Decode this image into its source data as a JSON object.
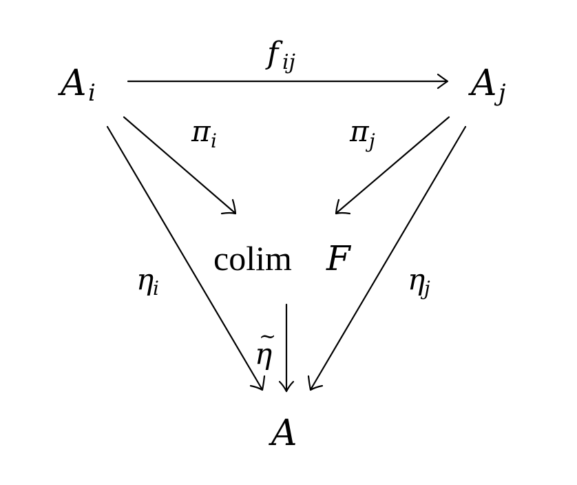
{
  "objects": {
    "A_i": {
      "base": "A",
      "sub": "i"
    },
    "A_j": {
      "base": "A",
      "sub": "j"
    },
    "colim": {
      "op": "colim",
      "var": "F"
    },
    "A": {
      "base": "A"
    }
  },
  "morphisms": {
    "f_ij": {
      "base": "f",
      "sub": "ij"
    },
    "pi_i": {
      "base": "π",
      "sub": "i"
    },
    "pi_j": {
      "base": "π",
      "sub": "j"
    },
    "eta_i": {
      "base": "η",
      "sub": "i"
    },
    "eta_j": {
      "base": "η",
      "sub": "j"
    },
    "eta_tilde": {
      "base": "η",
      "accent": "~"
    }
  }
}
